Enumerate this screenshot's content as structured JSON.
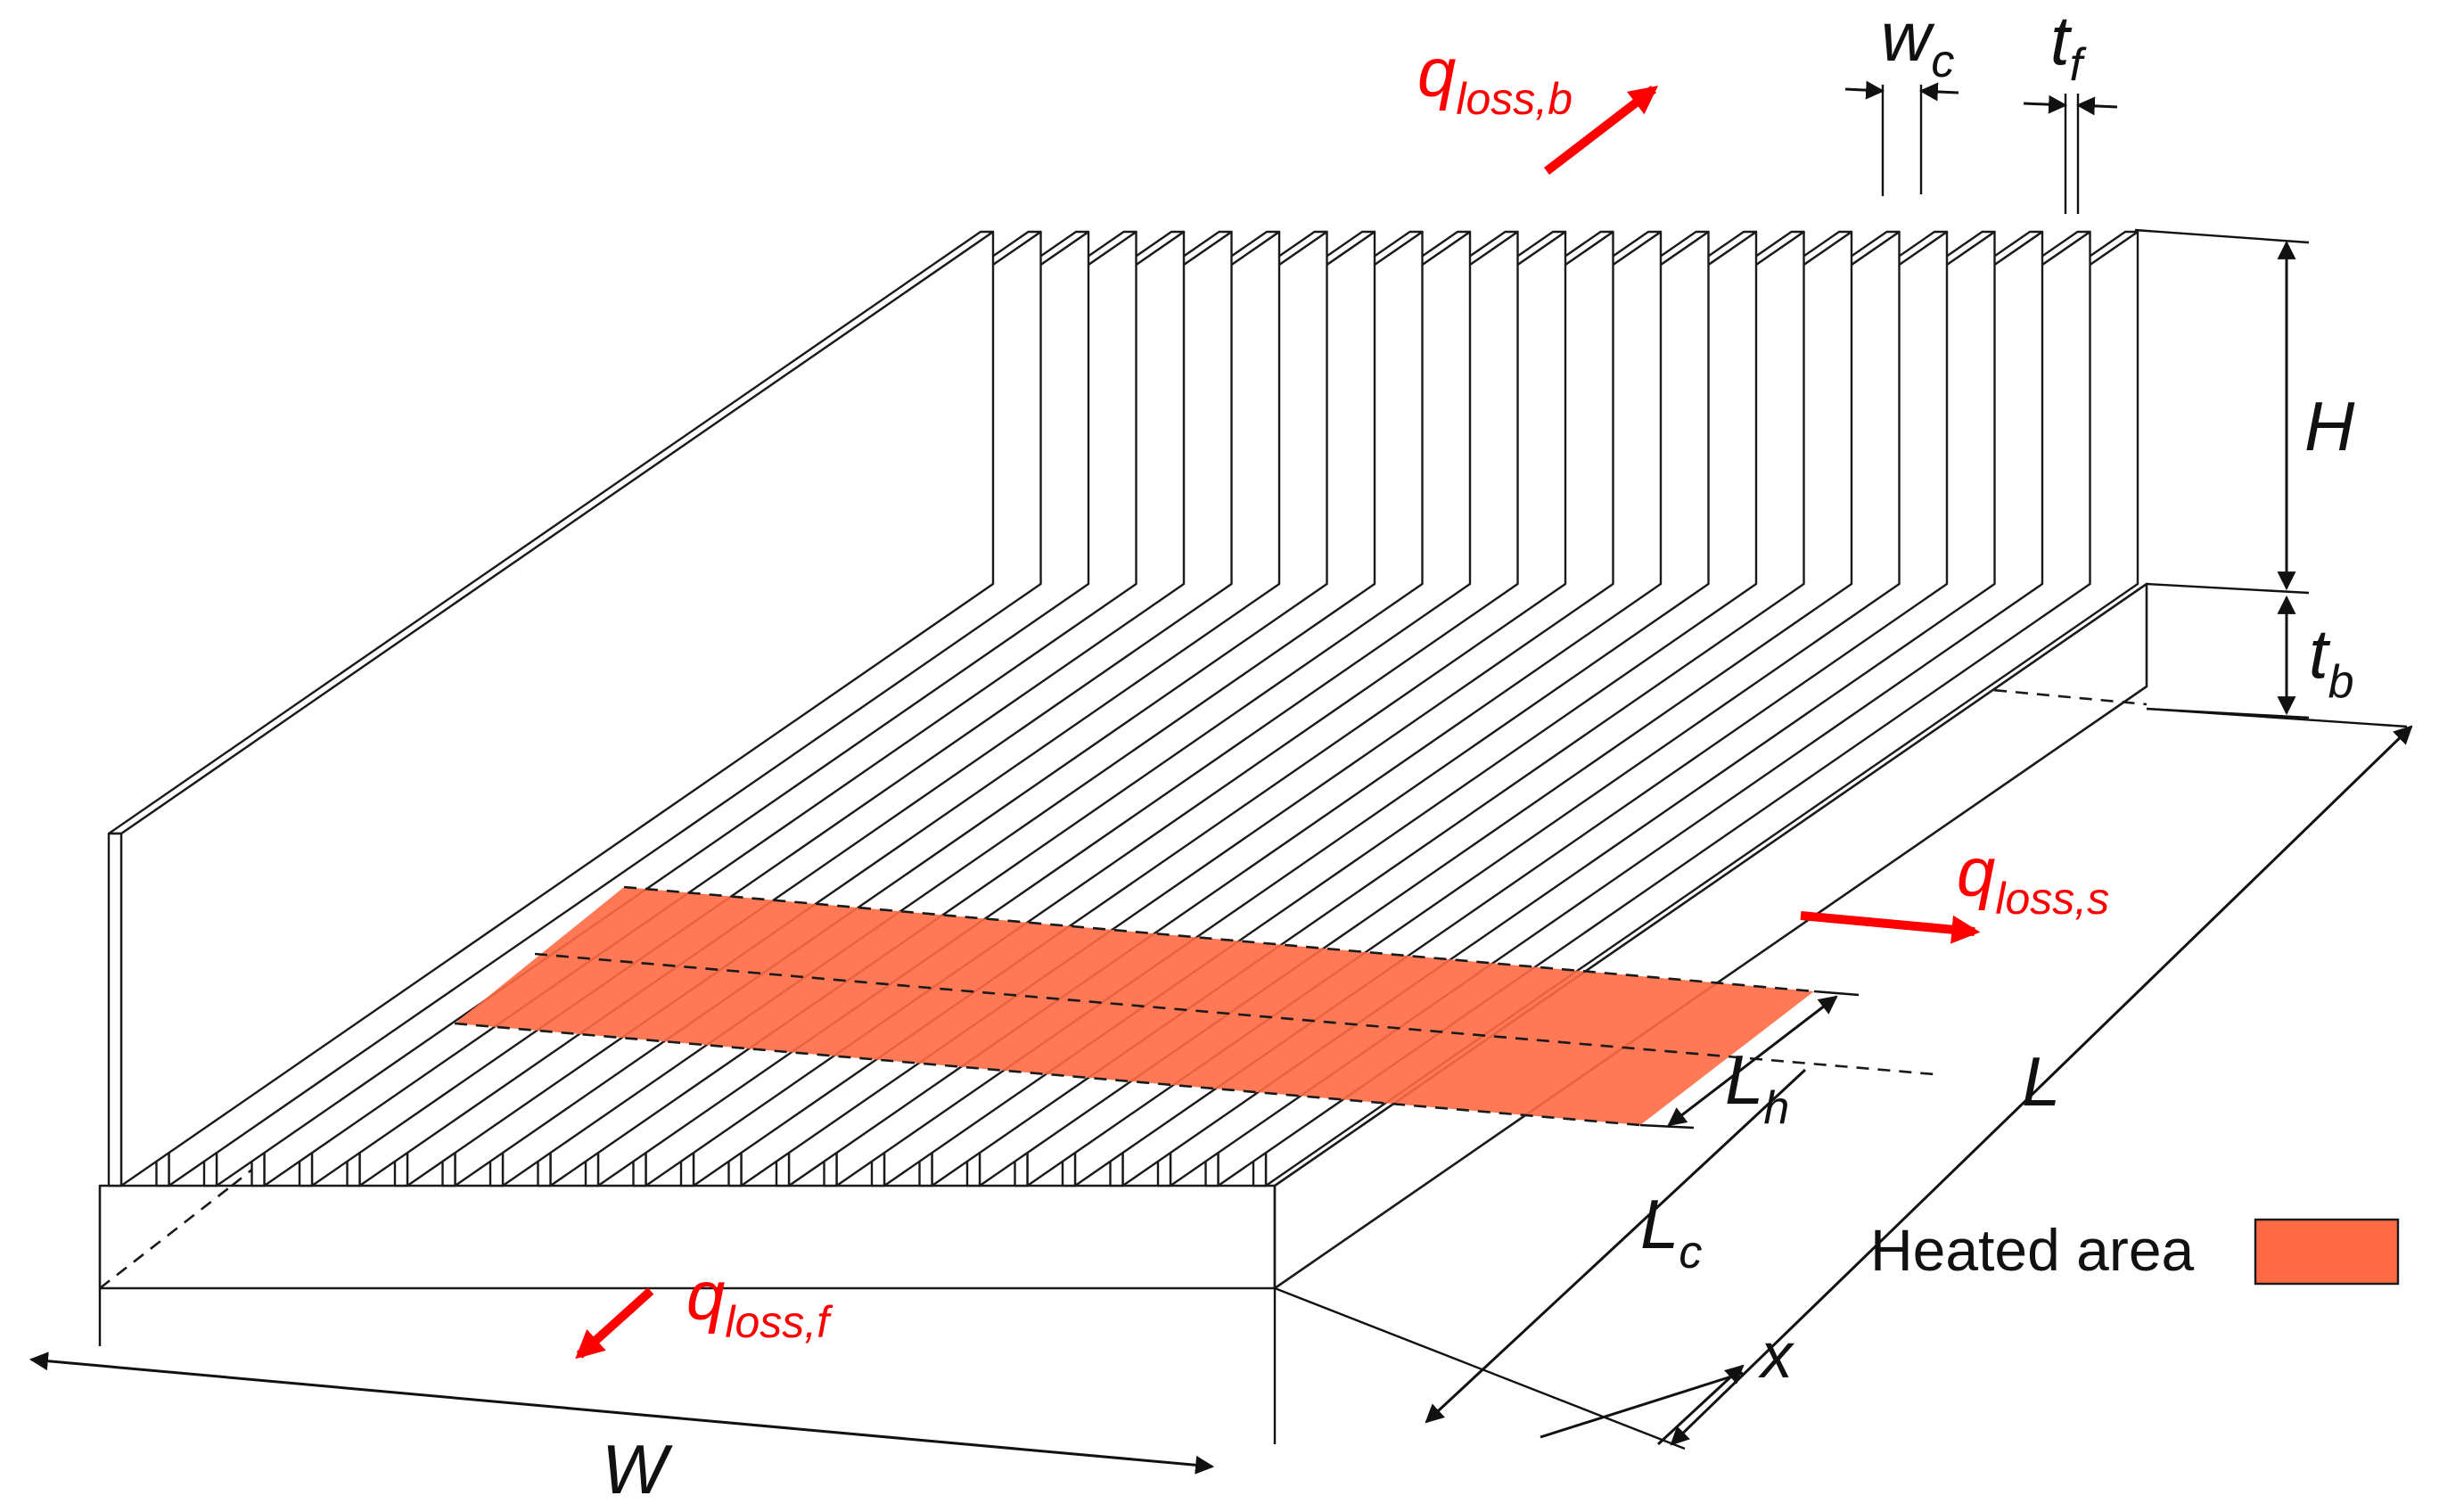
{
  "labels": {
    "q_loss_b": {
      "main": "q",
      "sub": "loss,b"
    },
    "q_loss_s": {
      "main": "q",
      "sub": "loss,s"
    },
    "q_loss_f": {
      "main": "q",
      "sub": "loss,f"
    },
    "w_c": {
      "main": "w",
      "sub": "c"
    },
    "t_f": {
      "main": "t",
      "sub": "f"
    },
    "H": "H",
    "t_b": {
      "main": "t",
      "sub": "b"
    },
    "L": "L",
    "L_h": {
      "main": "L",
      "sub": "h"
    },
    "L_c": {
      "main": "L",
      "sub": "c"
    },
    "x": "x",
    "W": "W"
  },
  "legend": {
    "label": "Heated area"
  },
  "colors": {
    "heat_loss_arrow": "#ff0000",
    "heated_area": "#ff6a45",
    "line": "#1a1a1a"
  },
  "fin_count": 25
}
